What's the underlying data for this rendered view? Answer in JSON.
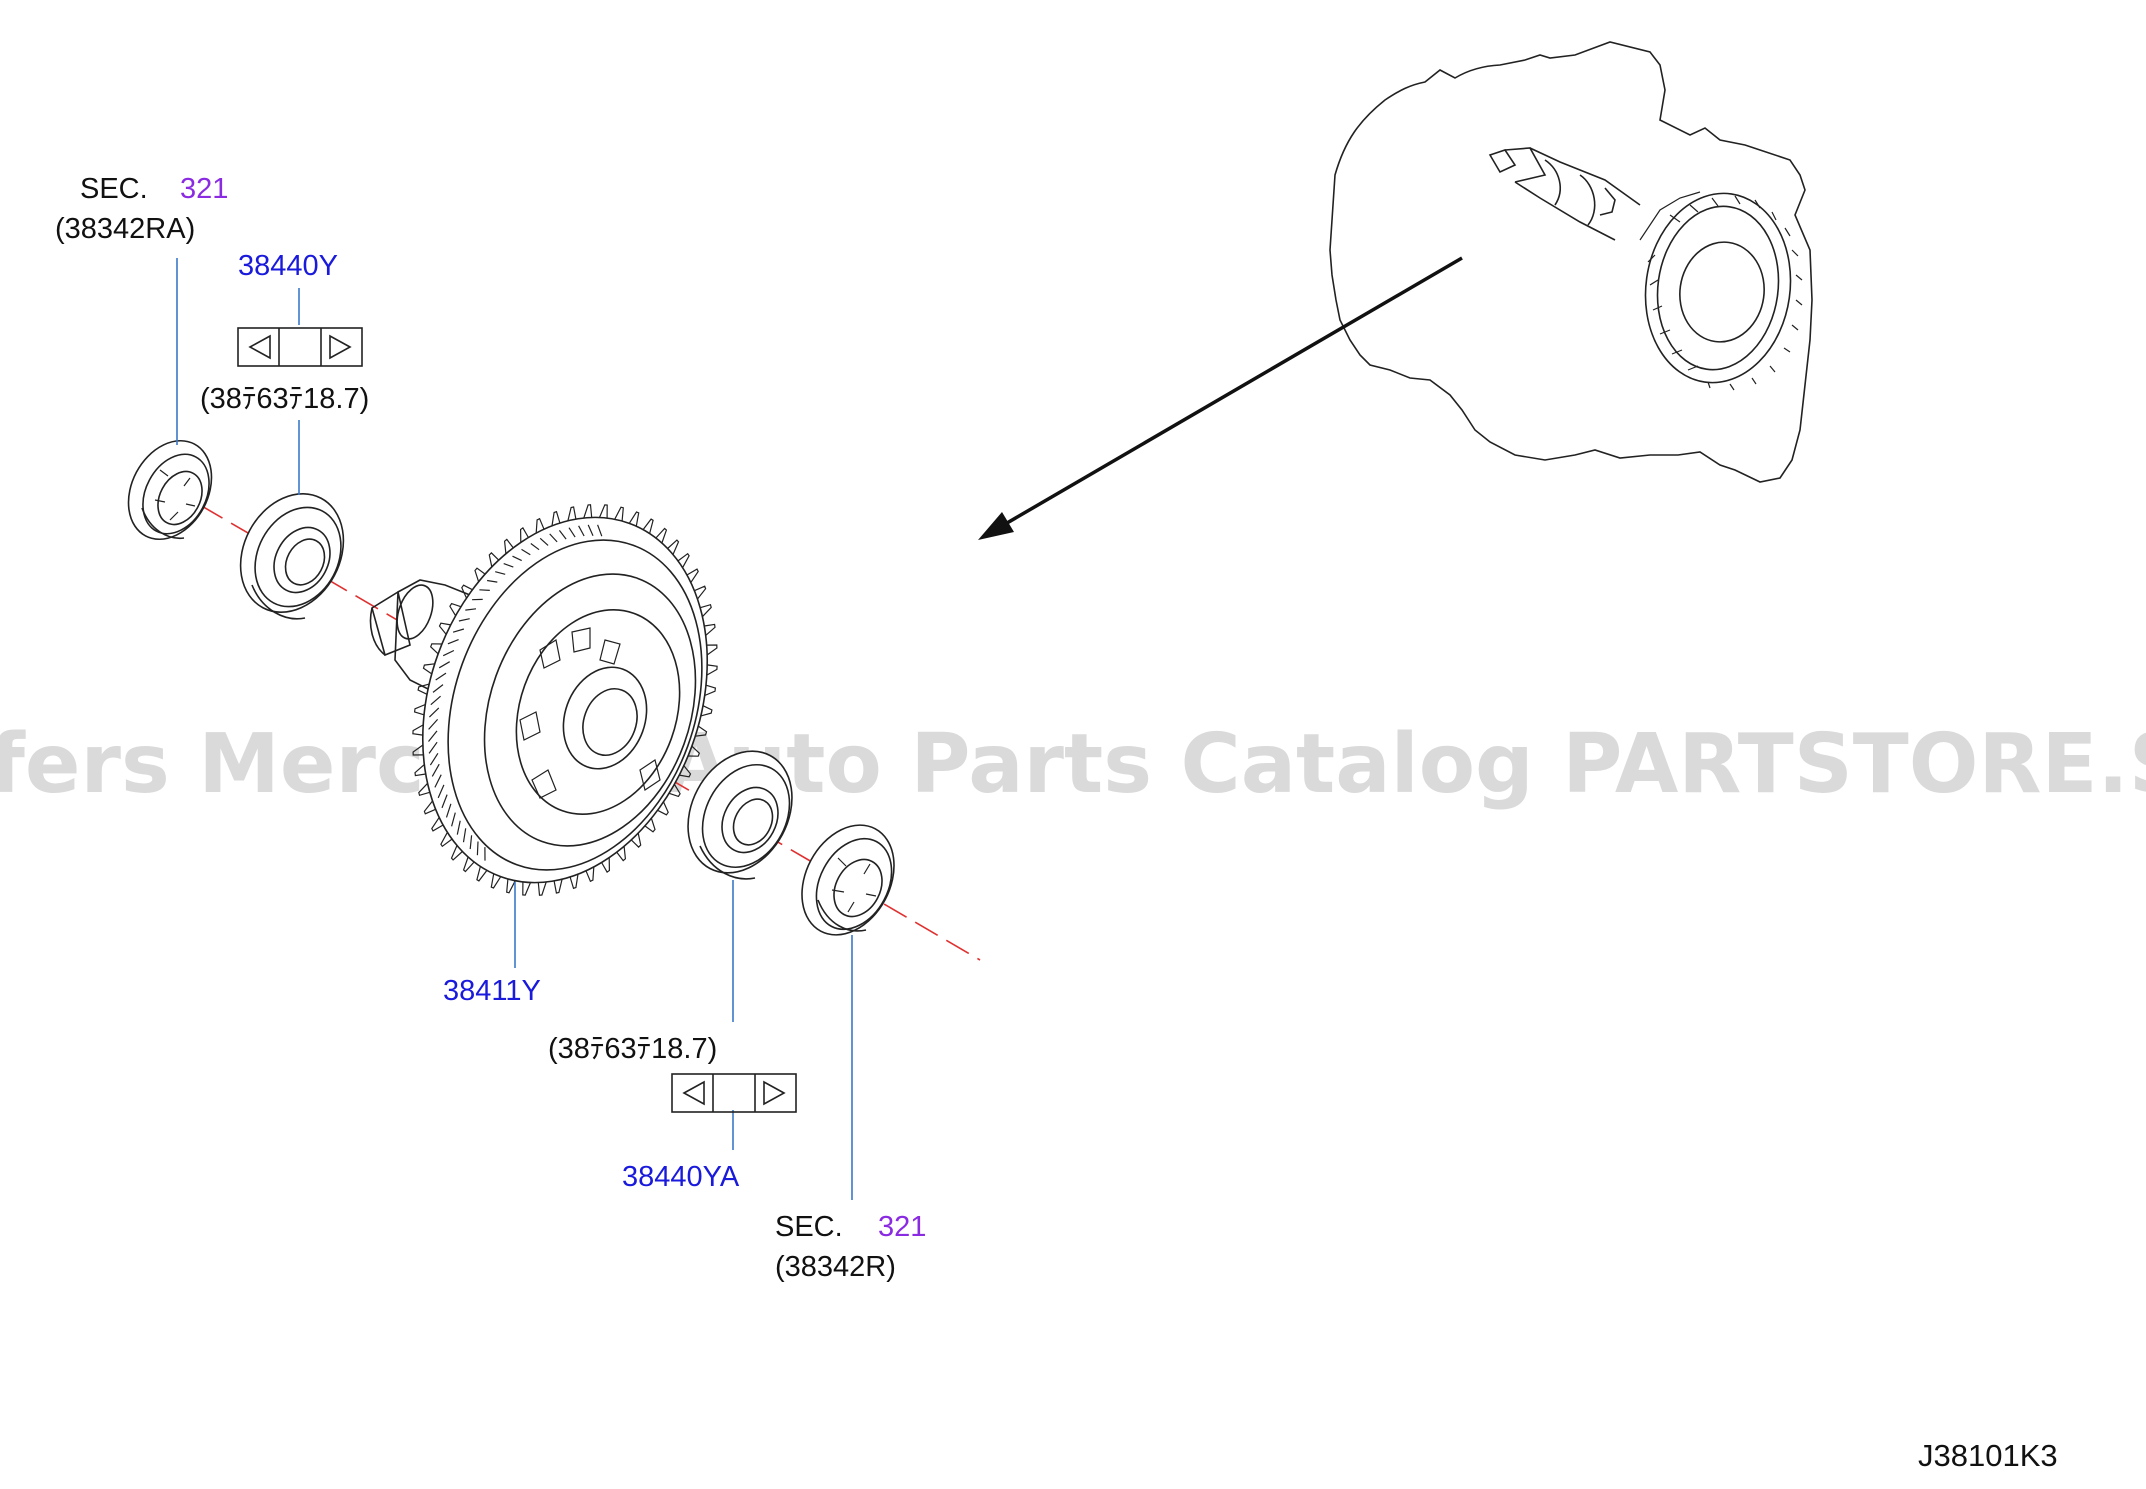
{
  "diagram_id": "J38101K3",
  "watermark": "Offers Merchant Auto Parts Catalog PARTSTORE.SA",
  "colors": {
    "part_number": "#1a1adc",
    "section_number": "#8a2be2",
    "leader_line": "#3a78c6",
    "center_axis": "#e03030",
    "outline": "#222222",
    "watermark": "#d4d4d4"
  },
  "callouts": {
    "sec_top": {
      "prefix": "SEC.",
      "number": "321",
      "ref": "(38342RA)"
    },
    "shim_top": {
      "part_number": "38440Y",
      "size": "(38ﾃ63ﾃ18.7)"
    },
    "diff_case": {
      "part_number": "38411Y"
    },
    "shim_bottom": {
      "part_number": "38440YA",
      "size": "(38ﾃ63ﾃ18.7)"
    },
    "sec_bottom": {
      "prefix": "SEC.",
      "number": "321",
      "ref": "(38342R)"
    }
  }
}
